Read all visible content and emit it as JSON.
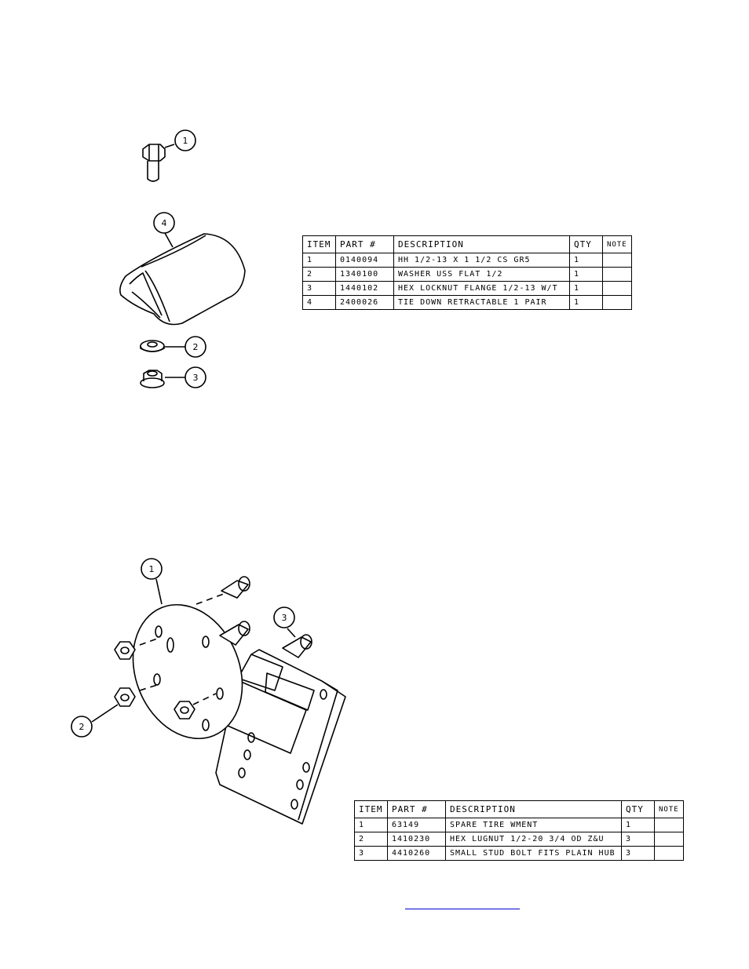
{
  "bom_top": {
    "headers": {
      "item": "ITEM",
      "part": "PART #",
      "description": "DESCRIPTION",
      "qty": "QTY",
      "note": "NOTE"
    },
    "rows": [
      {
        "item": "1",
        "part": "0140094",
        "description": "HH 1/2-13 X 1 1/2 CS GR5",
        "qty": "1",
        "note": ""
      },
      {
        "item": "2",
        "part": "1340100",
        "description": "WASHER USS FLAT 1/2",
        "qty": "1",
        "note": ""
      },
      {
        "item": "3",
        "part": "1440102",
        "description": "HEX LOCKNUT FLANGE 1/2-13 W/T",
        "qty": "1",
        "note": ""
      },
      {
        "item": "4",
        "part": "2400026",
        "description": "TIE DOWN RETRACTABLE 1 PAIR",
        "qty": "1",
        "note": ""
      }
    ]
  },
  "bom_bottom": {
    "headers": {
      "item": "ITEM",
      "part": "PART #",
      "description": "DESCRIPTION",
      "qty": "QTY",
      "note": "NOTE"
    },
    "rows": [
      {
        "item": "1",
        "part": "63149",
        "description": "SPARE TIRE WMENT",
        "qty": "1",
        "note": ""
      },
      {
        "item": "2",
        "part": "1410230",
        "description": "HEX LUGNUT 1/2-20 3/4 OD Z&U",
        "qty": "3",
        "note": ""
      },
      {
        "item": "3",
        "part": "4410260",
        "description": "SMALL STUD BOLT FITS PLAIN HUB",
        "qty": "3",
        "note": ""
      }
    ]
  },
  "balloons_top": {
    "b1": "1",
    "b4": "4",
    "b2": "2",
    "b3": "3"
  },
  "balloons_bottom": {
    "b1": "1",
    "b3": "3",
    "b2": "2"
  }
}
